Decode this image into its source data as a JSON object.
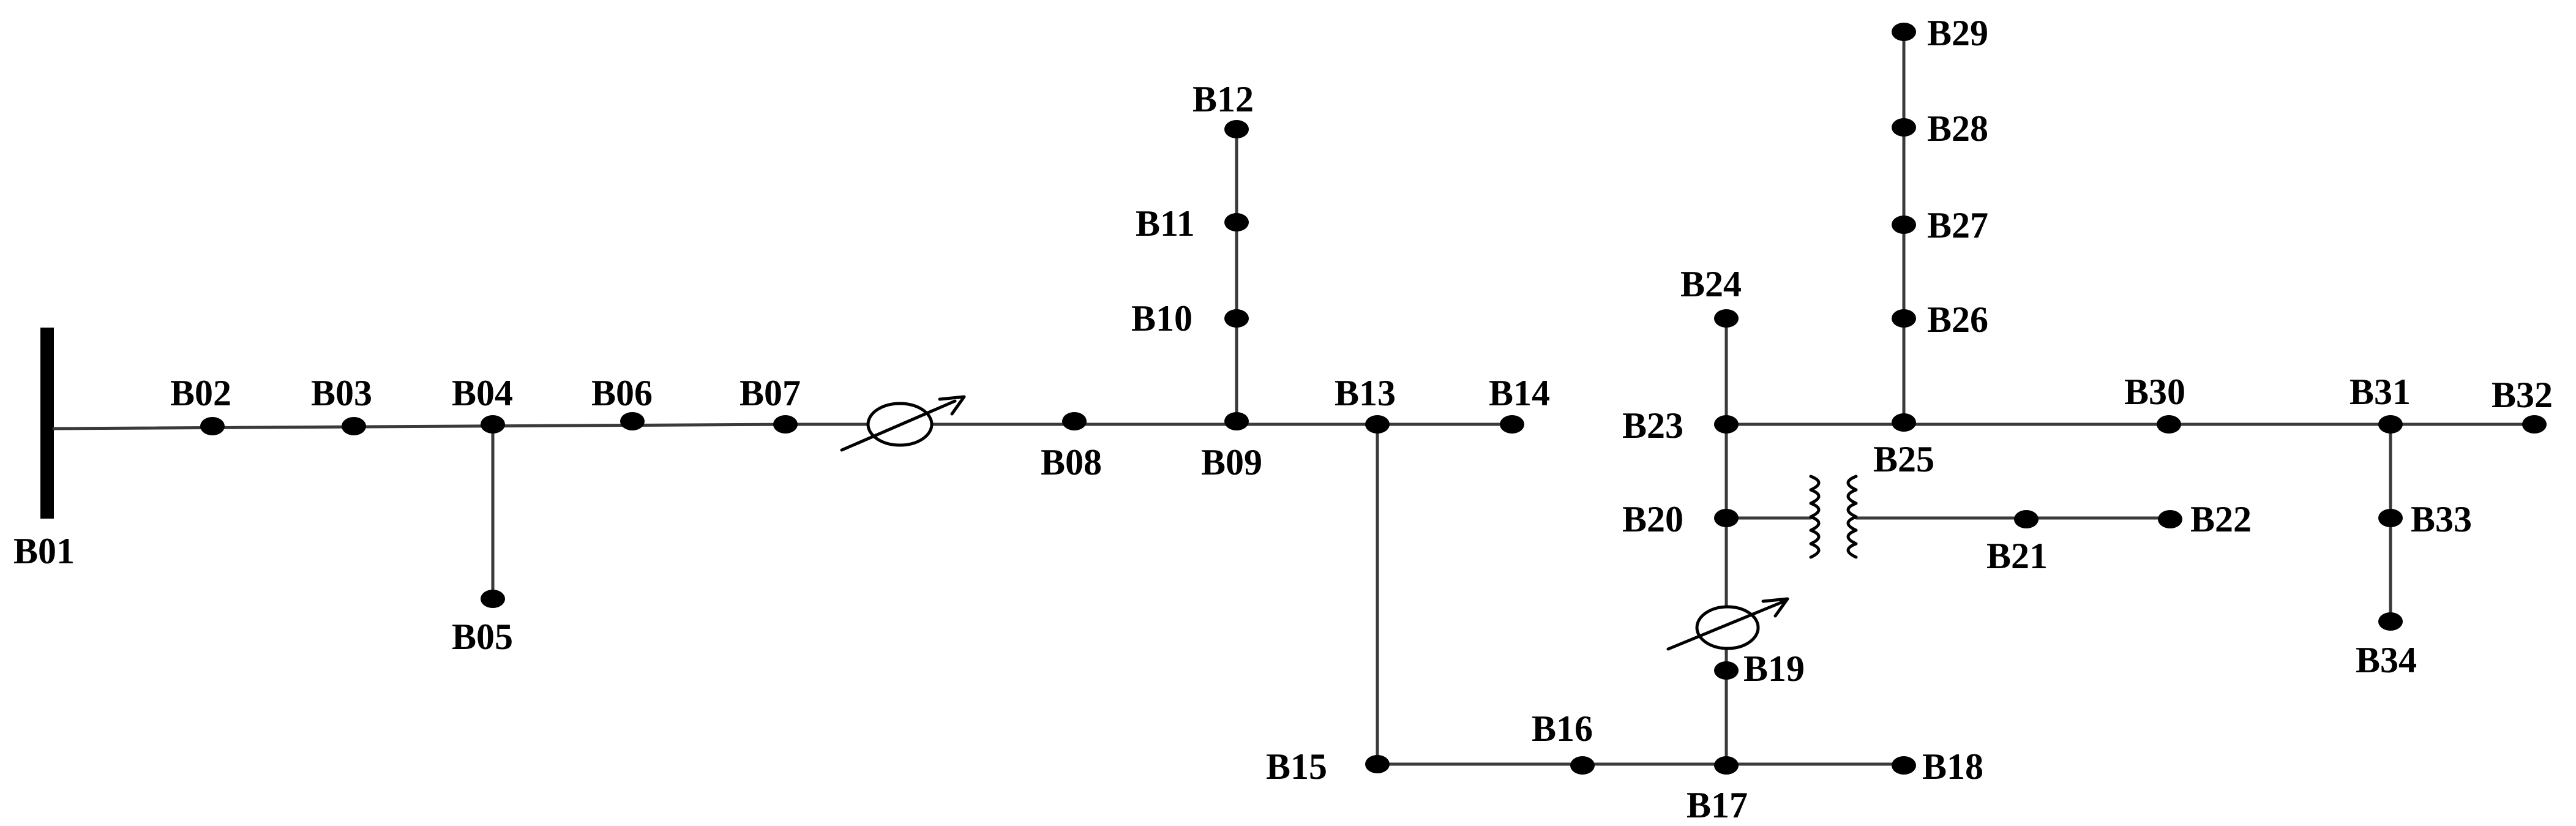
{
  "diagram": {
    "buses": {
      "b01": "B01",
      "b02": "B02",
      "b03": "B03",
      "b04": "B04",
      "b05": "B05",
      "b06": "B06",
      "b07": "B07",
      "b08": "B08",
      "b09": "B09",
      "b10": "B10",
      "b11": "B11",
      "b12": "B12",
      "b13": "B13",
      "b14": "B14",
      "b15": "B15",
      "b16": "B16",
      "b17": "B17",
      "b18": "B18",
      "b19": "B19",
      "b20": "B20",
      "b21": "B21",
      "b22": "B22",
      "b23": "B23",
      "b24": "B24",
      "b25": "B25",
      "b26": "B26",
      "b27": "B27",
      "b28": "B28",
      "b29": "B29",
      "b30": "B30",
      "b31": "B31",
      "b32": "B32",
      "b33": "B33",
      "b34": "B34"
    },
    "connections": [
      [
        "B01",
        "B07"
      ],
      [
        "B07",
        "B14"
      ],
      [
        "B04",
        "B05"
      ],
      [
        "B09",
        "B12"
      ],
      [
        "B13",
        "B15"
      ],
      [
        "B15",
        "B18"
      ],
      [
        "B17",
        "B24"
      ],
      [
        "B23",
        "B32"
      ],
      [
        "B25",
        "B29"
      ],
      [
        "B31",
        "B34"
      ],
      [
        "B20",
        "B22"
      ]
    ],
    "equipment": {
      "regulator_1": "voltage-regulator-icon",
      "regulator_2": "voltage-regulator-icon",
      "transformer": "transformer-icon"
    }
  }
}
